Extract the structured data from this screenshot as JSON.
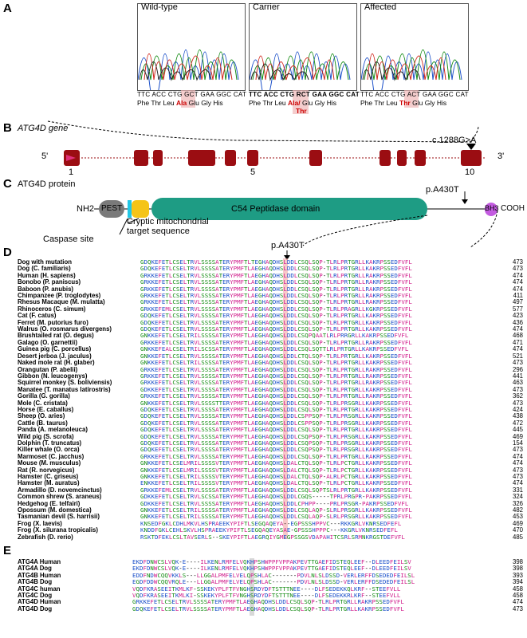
{
  "panels": {
    "a": "A",
    "b": "B",
    "c": "C",
    "d": "D",
    "e": "E"
  },
  "panel_a": {
    "chromatograms": [
      {
        "title": "Wild-type",
        "seq": "TTC ACC CTG GCT GAA GGC CAT",
        "aa": [
          "Phe",
          "Thr",
          "Leu",
          "Ala",
          "Glu",
          "Gly",
          "His"
        ]
      },
      {
        "title": "Carrier",
        "seq": "TTC ACC CTG RCT GAA GGC CAT",
        "aa": [
          "Phe",
          "Thr",
          "Leu",
          "Ala/",
          "Glu",
          "Gly",
          "His"
        ],
        "aa_extra": "Thr"
      },
      {
        "title": "Affected",
        "seq": "TTC ACC CTG ACT GAA GGC CAT",
        "aa": [
          "Phe",
          "Thr",
          "Leu",
          "Thr",
          "Glu",
          "Gly",
          "His"
        ]
      }
    ]
  },
  "panel_b": {
    "gene": "ATG4D gene",
    "five": "5'",
    "three": "3'",
    "mutation": "c.1288G>A",
    "exon_labels": [
      "1",
      "5",
      "10"
    ]
  },
  "panel_c": {
    "protein": "ATG4D protein",
    "nh2": "NH2",
    "pest": "PEST",
    "domain": "C54 Peptidase domain",
    "bh3": "BH3",
    "cooh": "COOH",
    "variant": "p.A430T",
    "caspase": "Caspase site",
    "cryptic1": "Cryptic mitochondrial",
    "cryptic2": "target sequence"
  },
  "panel_d": {
    "variant": "p.A430T",
    "rows": [
      {
        "name": "Dog with mutation",
        "seq": "GDQKEFETLCSELTRVLSSSSATERYPMFTLTEGHAQDHSLDDLCSQLSQP-TLRLPRTGRLLKAKRPSSEDFVFL",
        "num": "473"
      },
      {
        "name": "Dog (C. familiaris)",
        "seq": "GDQKEFETLCSELTRVLSSSSATERYPMFTLAEGHAQDHSLDDLCSQLSQP-TLRLPRTGRLLKAKRPSSEDFVFL",
        "num": "473"
      },
      {
        "name": "Human (H. sapiens)",
        "seq": "GRKKEFETLCSELTRVLSSSSATERYPMFTLAEGHAQDHSLDDLCSQLSQP-TLRLPRTGRLLRAKRPSSEDFVFL",
        "num": "474"
      },
      {
        "name": "Bonobo (P. paniscus)",
        "seq": "GRKKEFETLCSELTRVLSSSSATERYPMFTLAEGHAQDHSLDDLCSQLSQP-TLRLPRTGRLLRAKRPSSEDFVFL",
        "num": "474"
      },
      {
        "name": "Baboon (P. anubis)",
        "seq": "GRKKEFETLCSELTRVLSSSSATERYPMFTLAEGHAQDHSLDDLCSQLSQP-TLRLPRTGRLLRAKRPSSEDFVFL",
        "num": "474"
      },
      {
        "name": "Chimpanzee (P. troglodytes)",
        "seq": "GRKKEFETLCSELTRVLSSSSATERYPMFTLAEGHAQDHSLDDLCSQLSQP-TLRLPRTGRLLRAKRPSSEDFVFL",
        "num": "411"
      },
      {
        "name": "Rhesus Macaque (M. mulatta)",
        "seq": "GRKKEFETLCSELTRVLSSSSATERYPMFTLAEGHAQDHSLDDLCSQLSQP-TLRLPRTGRLLRAKRPSSEDFVFL",
        "num": "497"
      },
      {
        "name": "Rhinoceros (C. simum)",
        "seq": "GRKKEFEMLCSELTRVLSSSSATERYPMFTLAEGHAQDHSLDDLCSQLSQP-TLRLPRAGRLLKGKRPSSEDFVFL",
        "num": "577"
      },
      {
        "name": "Cat (F. catus)",
        "seq": "GDQKEFETLCSELTRVLSSSSATERYPMFTLAEGHAQDHSLDDLCSQLSQP-TLRLPRTGRLLKAKRPSSEDFVFL",
        "num": "423"
      },
      {
        "name": "Ferret (M. putorius furo)",
        "seq": "GDQKEFETLCSELTRVLSSSSATERYPMFTLAEGHAQDHSLDDLCSQLSQP-TLRLPRTGRLLKAKRPSSEDFVFL",
        "num": "436"
      },
      {
        "name": "Walrus (O. rosmarus divergens)",
        "seq": "GDQKEFETLCSELTRVLSSSSATERYPMFTLAEGHAQDHSLDDLCSQLSQP-TLRLPRTGRLLKAKRPSSEDFVFL",
        "num": "474"
      },
      {
        "name": "Brushtailed rat (O. degus)",
        "seq": "GNKKEFETLCSELTRILSSSSATERYPMFTLAEGHAQDHSLDDLCSQPQAATLRLPRRGRLLKAKRPSSEDFVFL",
        "num": "468"
      },
      {
        "name": "Galago (O. garnettii)",
        "seq": "GRKKEFETLCSELTRVLSSSSATERYPMFTLAEGHAQDHSLDDLCSQLSQP-TLRLPRTGRLLRAKRPSSEDFVFL",
        "num": "471"
      },
      {
        "name": "Guinea pig (C. porcellus)",
        "seq": "GNKKEFEALCSELTRILSCSSATERYPMFTLAEGHAQDHSLDDLCSQLSQTTLRLPRTGRLLKAKRPSSEDFVFL",
        "num": "474"
      },
      {
        "name": "Desert jerboa (J. jaculus)",
        "seq": "GNKKEFETLCSELTRVLSSSSATERYPMFTLAEGHAQDHSLDDLCTQLSQP-TLRLPRTGRLLKAKRPSSEDFVFL",
        "num": "521"
      },
      {
        "name": "Naked mole rat (H. glaber)",
        "seq": "GNKKEFETLCSELTRILSSSSATERYPMFTLAEGHAQDHSLDDLCSQLSQP-TLRLPRTGRLLKAKRPSSEDFVFL",
        "num": "473"
      },
      {
        "name": "Orangutan (P. abelii)",
        "seq": "GRKKEFETLCSELTRVLSSSSATERYPMFTLAEGHAQDHSLDDLCSQLSQP-TLRLPRTGRLLRAKRPSSEDFVFL",
        "num": "296"
      },
      {
        "name": "Gibbon (N. leucogenys)",
        "seq": "GRKKEFETLCSELTRVLSSSSATERYPMFTLAEGHAQDHSLDDLCSQLSQP-TLRLPRTGRLLRAKRPSSEDFVFL",
        "num": "441"
      },
      {
        "name": "Squirrel monkey (S. boliviensis)",
        "seq": "GRKKEFETLCSELTRVLSSSSATERYPMFTLAEGHAQDHSLDDLCSQLSQP-TLRLPRTGRLLRAKRPSSEDFVFL",
        "num": "463"
      },
      {
        "name": "Manatee (T. manatus latirostris)",
        "seq": "GDKKEFETLCSELTRVLSSSSATERYPMFTLAEGHAQDHSLDDLCSQLSQP-TLRLPRTGRLLKAKRPSSEDFVFL",
        "num": "473"
      },
      {
        "name": "Gorilla (G. gorilla)",
        "seq": "GRKKEFETLCSELTRVLSSSSATERYPMFTLAEGHAQDHSLDDLCSQLSQP-TLRLPRTGRLLRAKRPSSEDFVFL",
        "num": "362"
      },
      {
        "name": "Mole (C. cristata)",
        "seq": "GNKKEFETLCSELTRVLSSSSTTERYPMFTLAEGHAQDHSLDDLCSQLSQP-TLRLPRSGRLLKAKRPSSEDFVFL",
        "num": "473"
      },
      {
        "name": "Horse (E. caballus)",
        "seq": "GDQKEFETLCSELTRVLSSSSATERYPMFTLAEGHAQDHSLDDLCSQLSQP-TLRLPRTGRLLKAKRPSSEDFVFL",
        "num": "424"
      },
      {
        "name": "Sheep (O. aries)",
        "seq": "GDQKEFETLCSELTRVLSSSSATERYPMFTLAEGHAQDHSLDDLCSPPSQP-TLRLPRSGRLLKAKRPSSEDFVFL",
        "num": "438"
      },
      {
        "name": "Cattle (B. taurus)",
        "seq": "GDQKEFETLCSELTRVLSSSSATERYPMFTLAEGHAQDHSLDDLCSPPSQP-TLRLPRSGRLLKAKRPSSEDFVFL",
        "num": "472"
      },
      {
        "name": "Panda (A. melanoleuca)",
        "seq": "GDQKEFETLCSELTRVLSSSSATERYPMFTLAEGHAQDHSLDDLCSQLSQP-TLRLPRTGRLLKAKRPSSEDFVFL",
        "num": "445"
      },
      {
        "name": "Wild pig (S. scrofa)",
        "seq": "GDQKEFETLCSELTRVLSSSSATERYPMFTLAEGHAQDHSLDDLCSQPSQP-TLRLPRSGRLLKAKRPSSEDFVFL",
        "num": "469"
      },
      {
        "name": "Dolphin (T. truncatus)",
        "seq": "GDQKEFETLCSELTRVLSSSSATERYPMFTLAEGHAQDHSLDDLCSQPSQP-TLRLPRSGRLLKAKRPSSEDFVFL",
        "num": "154"
      },
      {
        "name": "Killer whale (O. orca)",
        "seq": "GDQKEFETLCSELTRVLSSSSATERYPMFTLAEGHAQDHSLDDLCSQPSQP-TLRLPRSGRLLKAKRPSSEDFVFL",
        "num": "473"
      },
      {
        "name": "Marmoset (C. jacchus)",
        "seq": "GRKKEFETLCSELTRVLSSSSATERYPMFTLAEGHAQDHSLDDLCSQLSQP-TLRLPRTGRLLRAKRPSSEDFVFL",
        "num": "474"
      },
      {
        "name": "Mouse (M. musculus)",
        "seq": "GNKKEFETLCSELMRILSSSSVTERYPMFTLAEGHAQDHSLDALCTQLSQP-TLRLPCTGRLLKAKRPSSEDFVFL",
        "num": "474"
      },
      {
        "name": "Rat (R. norvegicus)",
        "seq": "GNKKEFETLCSELMRILSSSSVTERYPMFTLAEGHAQDHSLDALCTQLSQP-TLRLPCTGRLLKAKRPSSEDFVFL",
        "num": "473"
      },
      {
        "name": "Hamster (C. griseus)",
        "seq": "GNKKEFETLCSELTRILSSSSVTERYPMFTLAEGHAQDHSLDALCTQLSQP-ALRLPCTGRLLKAKRPSSEDFVFL",
        "num": "473"
      },
      {
        "name": "Hamster (M. auratus)",
        "seq": "ENKKEFETLCSELTRILSSSSVTERYPMFTLAEGHAQDHSLDALCTQLSQP-TLRLPCTGRLLKAKRPSSEDFVFL",
        "num": "474"
      },
      {
        "name": "Armadillo (D. novemcinctus)",
        "seq": "GRKKEFEMLCSELTRVLSSSSATERYPMFTLAEGHAQDHSLDDLCSQLSQPTSLRLPRTGRLLKAKRPSSEDFVFL",
        "num": "331"
      },
      {
        "name": "Common shrew (S. araneus)",
        "seq": "GDKKEFETLCSELTRVLSCSSATERYPMFTLAEGHAQDHSLDDLCGQS-----TPRLPRGPR-PAKRPSSEDFVFL",
        "num": "324"
      },
      {
        "name": "Hedgehog (E. telfairi)",
        "seq": "GDKKEFETLCSELTRVLSSSSATERYPMFTLAEGHAQDHSLDDLCPHPP----PRLPRSGR-PAKRPSSEDFVFL",
        "num": "326"
      },
      {
        "name": "Opossum (M. domestica)",
        "seq": "GNKKEFETLCSELTRILSSSSATERYPMFTLAEGHAQDHSLDDLCSQLAQP-SLRLPRSGRLLKAKRPSSEDFVFL",
        "num": "482"
      },
      {
        "name": "Tasmanian devil (S. harrisii)",
        "seq": "GNKKEFETLCSELTRILSSSSATERYPMFTLAEGHAQDHSLDDLCSQLAQP-SLRLPRSGRLLKAKRPSSEDFVFL",
        "num": "453"
      },
      {
        "name": "Frog (X. laevis)",
        "seq": "KNSEDFGKLCDHLMKVLHSPRAEEKYPIFTLSEGQAQEYA--EGPSSSHPPVC---RKKGRLVKNRSEDFEFL",
        "num": "469"
      },
      {
        "name": "Frog (X. silurana tropicalis)",
        "seq": "KNDDFGKLCEHLSKVLHSPRAEEKYPIFTLSEGQAQEYASAE-GPSSSHPPPC---KKGRLVKNRSEDFEFL",
        "num": "470"
      },
      {
        "name": "Zebrafish (D. rerio)",
        "seq": "RSKTDFEKLCSLTAVSERLS--SKEYPIFTLAEGRQIYGMEGPSSGSVDAPAHITCSRLSRMNKRGSTDEFVFL",
        "num": "485"
      }
    ]
  },
  "panel_e": {
    "rows": [
      {
        "name": "ATG4A Human",
        "seq": "EKDFDNWCSLVQK-E----ILKENLRMFELVQKHPSHWPPFVPPAKPEVTTGAEFIDSTEQLEEF--DLEEDFEILSV",
        "num": "398"
      },
      {
        "name": "ATG4A Dog",
        "seq": "EKDFDNWCSLVQK-E----ILKENLRMFELVQKHPSHWPPFVPPAKPEVTTGAEFIDSTEQLEEF--DLEEDFEILSV",
        "num": "398"
      },
      {
        "name": "ATG4B Human",
        "seq": "EDDFNDWCQQVKKLS---LLGGALPMFELVELQPSHLAC-------PDVLNLSLDSSD-VERLERFFDSEDEDFEILSL",
        "num": "393"
      },
      {
        "name": "ATG4B Dog",
        "seq": "EGDFDDWCQQVRQLE---LLGGALPMFELVELQPSHLAC-------PDVLNLSLDSSD-VERLERFFDSEDEDFEILSL",
        "num": "394"
      },
      {
        "name": "ATG4C human",
        "seq": "VQDFKRASEEITKMLKF-SSKEKYPLFTFVNGHSRDYDFTSTTTNEE----DLFSEDEKKQLKRF--STEEFVLL",
        "num": "458"
      },
      {
        "name": "ATG4C Dog",
        "seq": "VQDFKRASEEITKMLKI-SSKEKYPLFTFVNGHSRDYDFTSTTTNEE----DLFSEDEKKRLKRF--STEEFVLL",
        "num": "458"
      },
      {
        "name": "ATG4D Human",
        "seq": "GRKKEFETLCSELTRVLSSSSATERYPMFTLAEGHAQDHSLDDLCSQLSQP-TLRLPRTGRLLRAKRPSSEDFVFL",
        "num": "474"
      },
      {
        "name": "ATG4D Dog",
        "seq": "GDQKEFETLCSELTRVLSSSSATERYPMFTLAEGHAQDHSLDDLCSQLSQP-TLRLPRTGRLLKAKRPSSEDFVFL",
        "num": "473"
      }
    ]
  },
  "colors": {
    "exon": "#9b0d12",
    "domain": "#1e9c84",
    "pest": "#7a7a7a",
    "yellow": "#f5c417",
    "bh3": "#c35be0",
    "highlight": "#e57a7a",
    "aln_pink": "#d01c8b",
    "aln_blue": "#1a4fc9",
    "aln_green": "#118a11"
  }
}
